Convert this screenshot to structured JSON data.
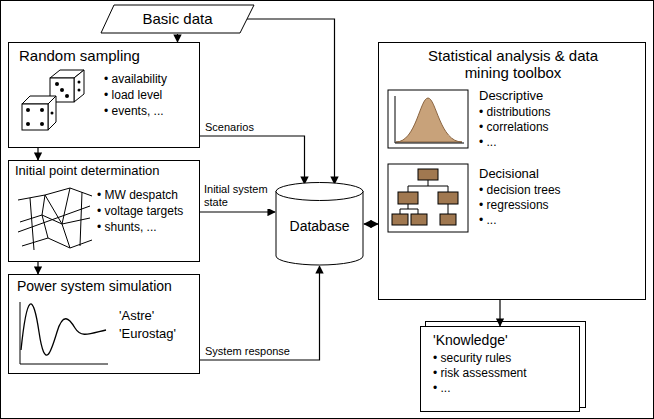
{
  "diagram": {
    "nodes": [
      {
        "text": [
          "Basic data"
        ]
      },
      {
        "text": [
          "Random sampling",
          "• availability",
          "• load level",
          "• events, ..."
        ]
      },
      {
        "text": [
          "Initial point determination",
          "• MW despatch",
          "• voltage targets",
          "• shunts, ..."
        ]
      },
      {
        "text": [
          "Power system simulation",
          "'Astre'",
          "'Eurostag'"
        ]
      },
      {
        "text": [
          "Database"
        ]
      },
      {
        "text": [
          "Statistical analysis & data mining toolbox",
          "Descriptive",
          "• distributions",
          "• correlations",
          "• ...",
          "Decisional",
          "• decision trees",
          "• regressions",
          "• ..."
        ]
      },
      {
        "text": [
          "'Knowledge'",
          "• security rules",
          "• risk assessment",
          "• ..."
        ]
      }
    ],
    "edges": [
      {
        "from": 0,
        "to": 1,
        "arrow": "to"
      },
      {
        "from": 0,
        "to": 4,
        "arrow": "to"
      },
      {
        "from": 1,
        "to": 2,
        "arrow": "to"
      },
      {
        "from": 1,
        "to": 4,
        "label": "Scenarios",
        "arrow": "to"
      },
      {
        "from": 2,
        "to": 3,
        "arrow": "to"
      },
      {
        "from": 2,
        "to": 4,
        "label": "Initial system state",
        "arrow": "to"
      },
      {
        "from": 3,
        "to": 4,
        "label": "System response",
        "arrow": "to"
      },
      {
        "from": 4,
        "to": 5,
        "arrow": "both"
      },
      {
        "from": 5,
        "to": 6,
        "arrow": "to"
      }
    ]
  }
}
